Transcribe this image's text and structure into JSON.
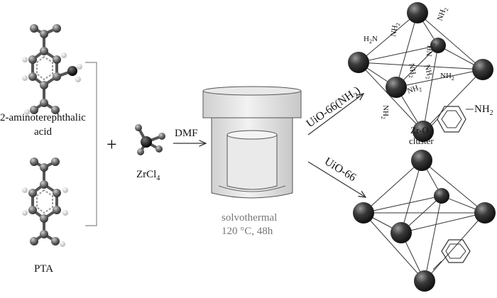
{
  "labels": {
    "amino_acid_line1": "2-aminoterephthalic",
    "amino_acid_line2": "acid",
    "pta": "PTA",
    "plus": "+",
    "zrcl4_main": "ZrCl",
    "zrcl4_sub": "4",
    "dmf": "DMF",
    "solvothermal": "solvothermal",
    "conditions": "120 °C, 48h",
    "uio66_nh2": "UiO-66(NH",
    "uio66_nh2_sub": "2",
    "uio66_nh2_close": ")",
    "uio66": "UiO-66",
    "zr_o_line1": "Zr-O",
    "zr_o_line2": "cluster",
    "nh2_ring": "NH",
    "nh2_ring_sub": "2",
    "h2n_left": "H",
    "h2n_left_sub": "2",
    "h2n_left_end": "N",
    "nh2_small": "NH",
    "nh2_small_sub": "2"
  },
  "colors": {
    "sphere_dark": "#2a2a2a",
    "sphere_light": "#8a8a8a",
    "ball_gray": "#5a5a5a",
    "ball_white": "#e6e6e6",
    "ball_black": "#1a1a1a",
    "line": "#333333"
  }
}
